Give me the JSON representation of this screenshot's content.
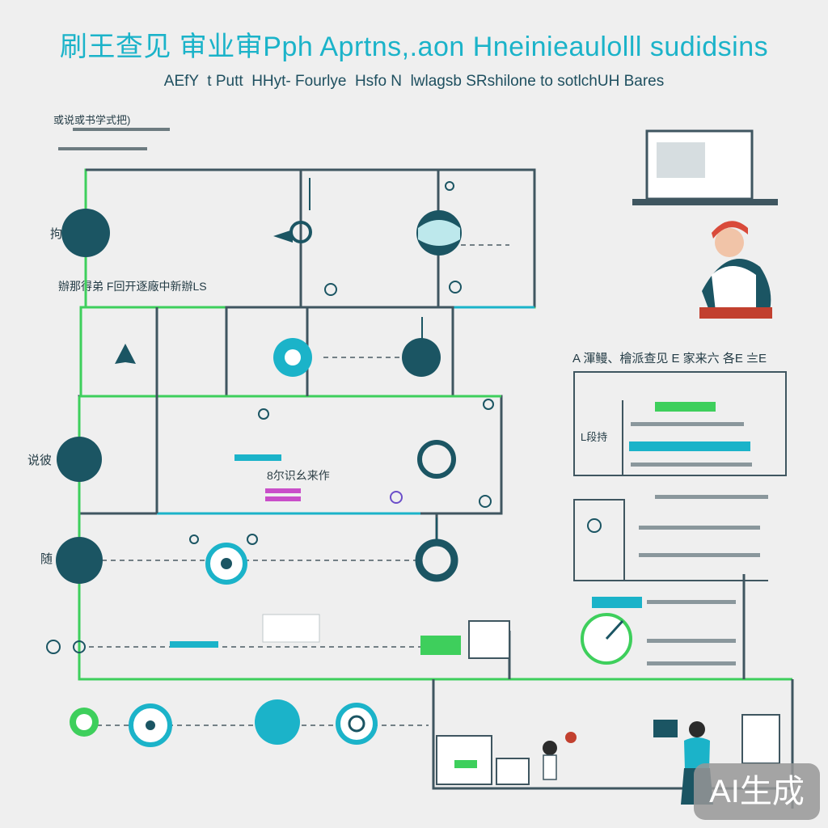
{
  "title": "刷王查见 审业审Pph Aprtns,.aon Hneinieaulolll sudidsins",
  "subtitle": "AEfY  t Putt  HHyt- Fourlye  Hsfo N  lwlagsb SRshilone to sotlchUH Bares",
  "labels": {
    "top_left_note": "或说或书学式把)",
    "node1_text": "拘棕满步",
    "row_caption": "辦那得弟 F回开逐廠中新辦LS",
    "left_mark_3": "说彼",
    "left_mark_4": "随",
    "right_header": "A 渾鳗、檜派查见 E 家来六 各E 〨E",
    "right_box_left": "L段持",
    "center_box_text": "8尔识幺来作",
    "watermark": "AI生成"
  },
  "colors": {
    "teal_dark": "#1b5563",
    "cyan": "#1bb3c9",
    "green": "#3ecf5c",
    "line_grey": "#3f5660",
    "magenta": "#c94ec9",
    "bg": "#efefef"
  },
  "icons": [
    "person-icon",
    "laptop-icon",
    "pin-icon",
    "gauge-icon",
    "chart-icon"
  ]
}
